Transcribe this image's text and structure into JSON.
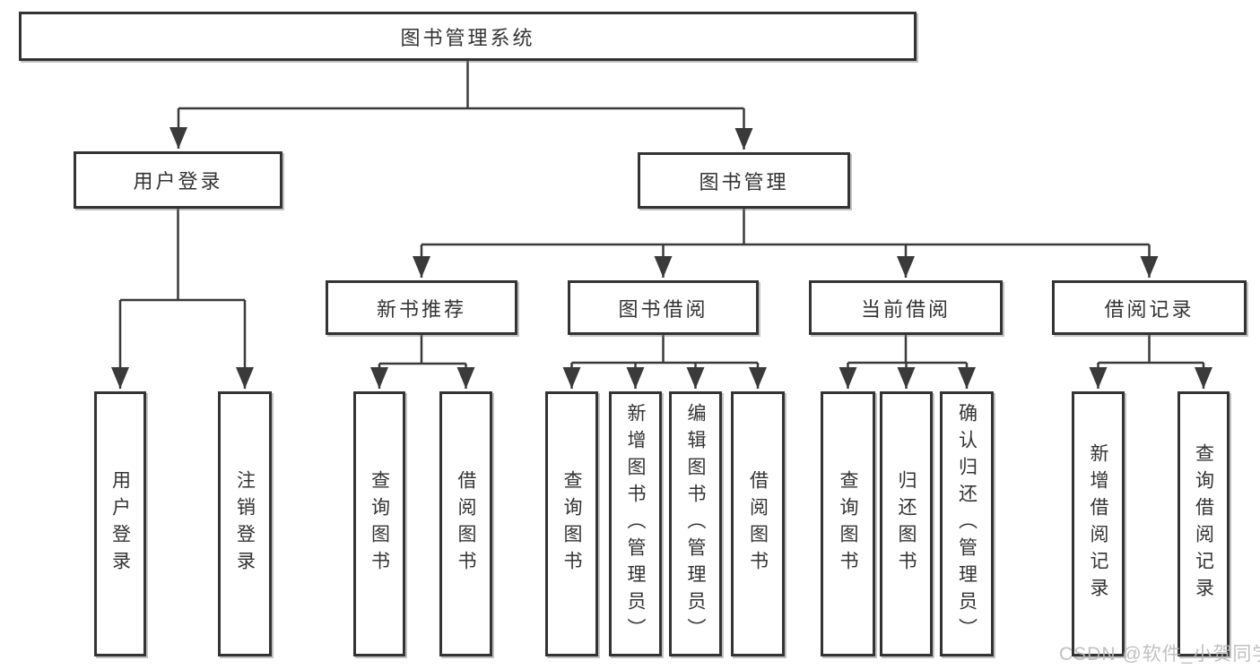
{
  "colors": {
    "line": "#3a3a3a",
    "box_border": "#333333",
    "text": "#333333",
    "background": "#ffffff",
    "watermark_text": "#b9b9b9"
  },
  "watermark": {
    "text": "CSDN @软件_小贺同学"
  },
  "diagram": {
    "type": "hierarchy-tree",
    "root": {
      "label": "图书管理系统"
    },
    "level2": [
      {
        "label": "用户登录",
        "children": [
          {
            "label": "用户登录"
          },
          {
            "label": "注销登录"
          }
        ]
      },
      {
        "label": "图书管理",
        "sections": [
          {
            "label": "新书推荐",
            "children": [
              {
                "label": "查询图书"
              },
              {
                "label": "借阅图书"
              }
            ]
          },
          {
            "label": "图书借阅",
            "children": [
              {
                "label": "查询图书"
              },
              {
                "label": "新增图书（管理员）"
              },
              {
                "label": "编辑图书（管理员）"
              },
              {
                "label": "借阅图书"
              }
            ]
          },
          {
            "label": "当前借阅",
            "children": [
              {
                "label": "查询图书"
              },
              {
                "label": "归还图书"
              },
              {
                "label": "确认归还（管理员）"
              }
            ]
          },
          {
            "label": "借阅记录",
            "children": [
              {
                "label": "新增借阅记录"
              },
              {
                "label": "查询借阅记录"
              }
            ]
          }
        ]
      }
    ]
  }
}
